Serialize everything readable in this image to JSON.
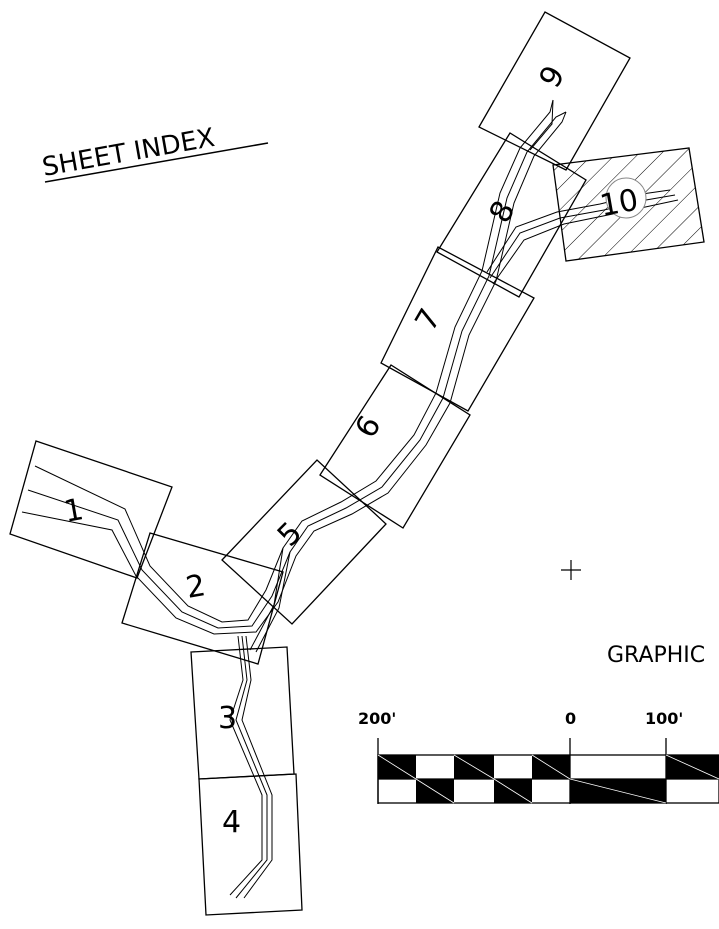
{
  "title": "SHEET INDEX",
  "sheets": [
    {
      "label": "1"
    },
    {
      "label": "2"
    },
    {
      "label": "3"
    },
    {
      "label": "4"
    },
    {
      "label": "5"
    },
    {
      "label": "6"
    },
    {
      "label": "7"
    },
    {
      "label": "8"
    },
    {
      "label": "9"
    },
    {
      "label": "10"
    }
  ],
  "scale": {
    "graphic_label": "GRAPHIC",
    "ticks": [
      "200'",
      "0",
      "100'"
    ]
  }
}
